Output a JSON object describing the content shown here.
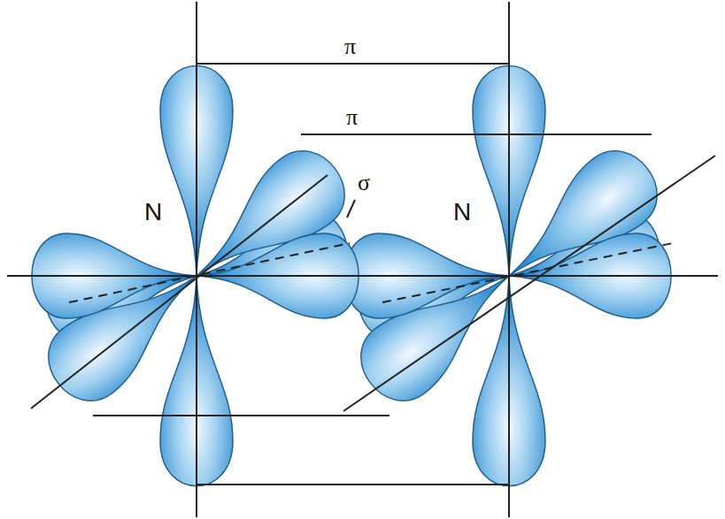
{
  "diagram": {
    "labels": [
      "π",
      "π",
      "σ",
      "N",
      "N"
    ]
  }
}
